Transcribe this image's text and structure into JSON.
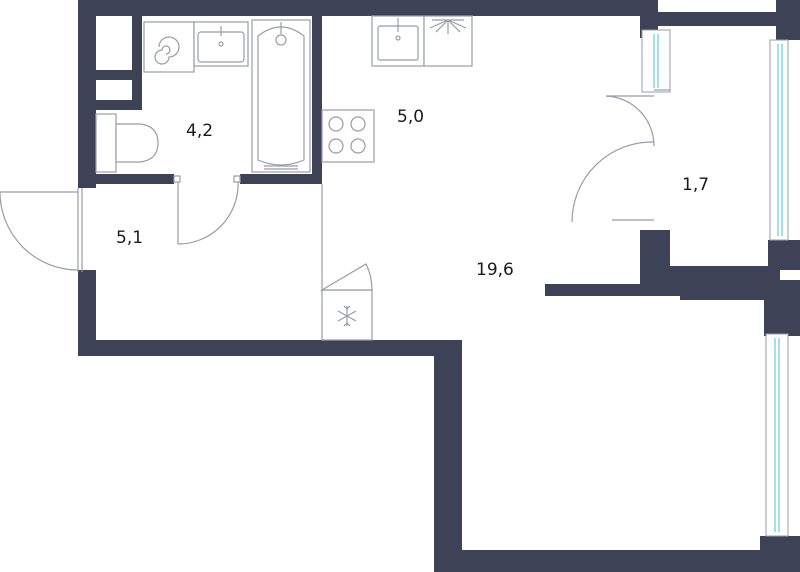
{
  "plan": {
    "rooms": [
      {
        "id": "hall",
        "area": "5,1"
      },
      {
        "id": "bathroom",
        "area": "4,2"
      },
      {
        "id": "kitchen",
        "area": "5,0"
      },
      {
        "id": "living",
        "area": "19,6"
      },
      {
        "id": "balcony",
        "area": "1,7"
      }
    ],
    "colors": {
      "wall": "#3d4256",
      "fixture_stroke": "#9a9ca8",
      "glass": "#7fd3de"
    },
    "icons": [
      "washing-machine-icon",
      "sink-icon",
      "bathtub-icon",
      "toilet-icon",
      "kitchen-sink-icon",
      "dishwasher-icon",
      "stove-icon",
      "refrigerator-icon",
      "snowflake-icon"
    ]
  }
}
